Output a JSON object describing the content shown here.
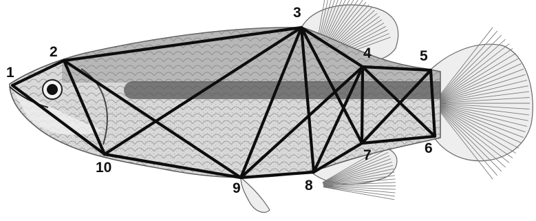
{
  "figure": {
    "subject": "fish-truss-morphometric-network",
    "colors": {
      "ink": "#0d0d0d",
      "body_fill": "#d9d9d9",
      "dorsal_shade": "#8e8e8e",
      "lateral_stripe": "#555555",
      "fin_fill": "#eeeeee",
      "fin_ray": "#7a7a7a",
      "eye": "#111111"
    },
    "landmarks": [
      {
        "id": "1",
        "label": "1"
      },
      {
        "id": "2",
        "label": "2"
      },
      {
        "id": "3",
        "label": "3"
      },
      {
        "id": "4",
        "label": "4"
      },
      {
        "id": "5",
        "label": "5"
      },
      {
        "id": "6",
        "label": "6"
      },
      {
        "id": "7",
        "label": "7"
      },
      {
        "id": "8",
        "label": "8"
      },
      {
        "id": "9",
        "label": "9"
      },
      {
        "id": "10",
        "label": "10"
      }
    ],
    "connections": [
      [
        "1",
        "2"
      ],
      [
        "2",
        "3"
      ],
      [
        "3",
        "4"
      ],
      [
        "4",
        "5"
      ],
      [
        "5",
        "6"
      ],
      [
        "6",
        "7"
      ],
      [
        "7",
        "8"
      ],
      [
        "8",
        "9"
      ],
      [
        "9",
        "10"
      ],
      [
        "10",
        "1"
      ],
      [
        "2",
        "10"
      ],
      [
        "2",
        "9"
      ],
      [
        "3",
        "10"
      ],
      [
        "3",
        "9"
      ],
      [
        "3",
        "8"
      ],
      [
        "3",
        "7"
      ],
      [
        "4",
        "9"
      ],
      [
        "4",
        "8"
      ],
      [
        "4",
        "7"
      ],
      [
        "4",
        "6"
      ],
      [
        "5",
        "7"
      ]
    ]
  }
}
